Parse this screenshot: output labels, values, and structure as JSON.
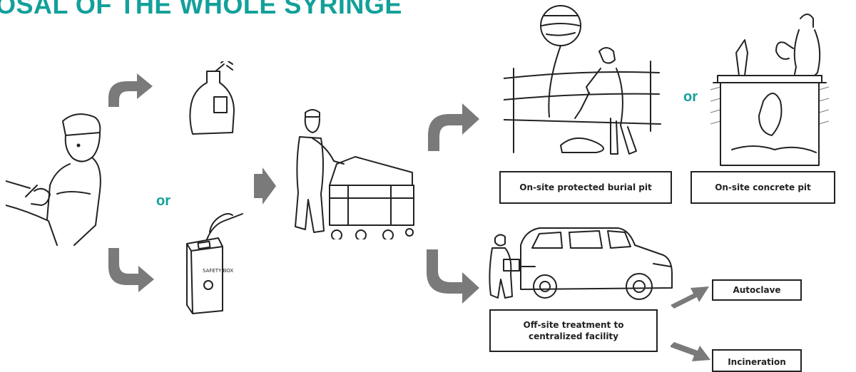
{
  "title": "OSAL OF THE WHOLE SYRINGE",
  "or_labels": {
    "left": "or",
    "pits": "or"
  },
  "labels": {
    "burial_pit": "On-site protected burial pit",
    "concrete_pit": "On-site concrete pit",
    "offsite": "Off-site treatment to centralized facility",
    "autoclave": "Autoclave",
    "incineration": "Incineration"
  },
  "illustrations": {
    "nurse": "health worker removing syringe",
    "bottle": "plastic bottle container",
    "safety_box": "safety box",
    "cart": "worker pushing waste cart",
    "burial": "worker burying waste in fenced pit",
    "concrete": "worker dropping bag into concrete pit",
    "car": "worker loading waste into vehicle"
  },
  "safety_box_text": "SAFETY BOX",
  "colors": {
    "title": "#12a09a",
    "or_text": "#12a09a",
    "arrow": "#7a7a7a",
    "outline": "#222222"
  }
}
